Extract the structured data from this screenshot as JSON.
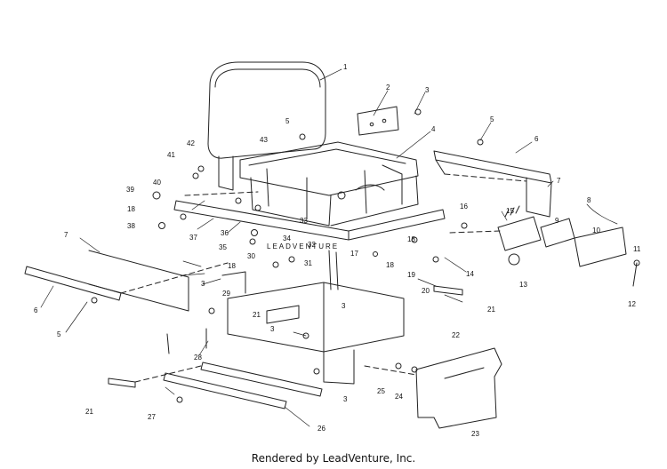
{
  "diagram": {
    "watermark": "LEADVENTURE",
    "callouts": [
      "1",
      "2",
      "3",
      "4",
      "5",
      "6",
      "7",
      "8",
      "9",
      "10",
      "11",
      "12",
      "13",
      "14",
      "15",
      "16",
      "17",
      "18",
      "19",
      "20",
      "21",
      "22",
      "23",
      "24",
      "25",
      "26",
      "27",
      "28",
      "29",
      "30",
      "31",
      "32",
      "33",
      "34",
      "35",
      "36",
      "37",
      "38",
      "39",
      "40",
      "41",
      "42",
      "43"
    ]
  },
  "footer": {
    "text": "Rendered by LeadVenture, Inc."
  }
}
